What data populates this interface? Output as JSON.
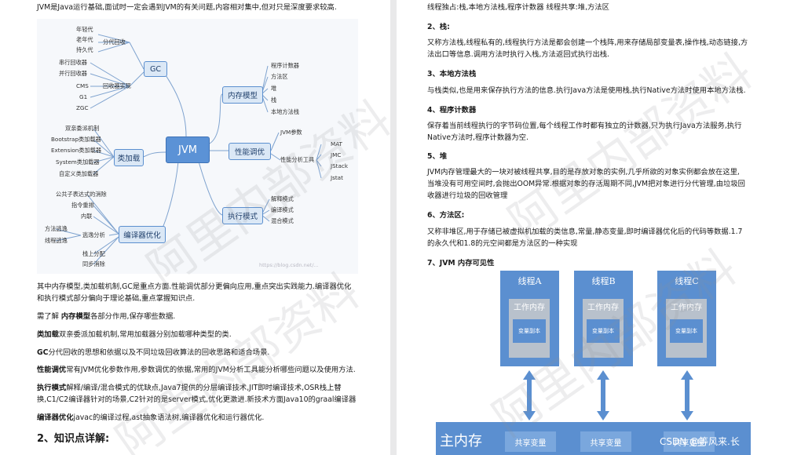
{
  "left": {
    "intro": "JVM是Java运行基础,面试时一定会遇到JVM的有关问题,内容相对集中,但对只是深度要求较高.",
    "mindmap": {
      "root": "JVM",
      "gc": {
        "label": "GC",
        "group1": "分代回收",
        "gens": [
          "年轻代",
          "老年代",
          "持久代"
        ],
        "group2": "回收器实现",
        "collectors": [
          "串行回收器",
          "并行回收器",
          "CMS",
          "G1",
          "ZGC"
        ]
      },
      "memory": {
        "label": "内存模型",
        "items": [
          "程序计数器",
          "方法区",
          "堆",
          "栈",
          "本地方法栈"
        ]
      },
      "classloading": {
        "label": "类加载",
        "items": [
          "双亲委派机制",
          "Bootstrap类加载器",
          "Extension类加载器",
          "System类加载器",
          "自定义类加载器"
        ]
      },
      "tuning": {
        "label": "性能调优",
        "item1": "JVM参数",
        "group": "性能分析工具",
        "tools": [
          "MAT",
          "JMC",
          "JStack",
          "Jstat"
        ]
      },
      "exec": {
        "label": "执行模式",
        "items": [
          "解释模式",
          "编译模式",
          "混合模式"
        ]
      },
      "compiler": {
        "label": "编译器优化",
        "items": [
          "公共子表达式的消除",
          "指令重排",
          "内联",
          "方法逃逸",
          "线程逃逸",
          "逃逸分析",
          "栈上分配",
          "同步消除"
        ]
      },
      "url": "https://blog.csdn.net/..."
    },
    "para1": "其中内存模型,类加载机制,GC是重点方面.性能调优部分更偏向应用,重点突出实践能力.编译器优化",
    "para1b": "和执行模式部分偏向于理论基础,重点掌握知识点.",
    "para2_pre": "需了解 ",
    "para2_bold": "内存模型",
    "para2_post": "各部分作用,保存哪些数据.",
    "para3_bold": "类加载",
    "para3_post": "双亲委派加载机制,常用加载器分别加载哪种类型的类.",
    "para4_bold": "GC",
    "para4_post": "分代回收的思想和依据以及不同垃圾回收算法的回收思路和适合场景.",
    "para5_bold": "性能调优",
    "para5_post": "常有JVM优化参数作用,参数调优的依据,常用的JVM分析工具能分析哪些问题以及使用方法.",
    "para6_bold": "执行模式",
    "para6_post": "解释/编译/混合模式的优缺点,Java7提供的分层编译技术,JIT即时编译技术,OSR栈上替",
    "para6b": "换,C1/C2编译器针对的场景,C2针对的是server模式,优化更激进.新技术方面Java10的graal编译器",
    "para7_bold": "编译器优化",
    "para7_post": "javac的编译过程,ast抽象语法树,编译器优化和运行器优化.",
    "section2": "2、知识点详解:"
  },
  "right": {
    "top_line": "线程独占:栈,本地方法栈,程序计数器 线程共享:堆,方法区",
    "h2": "2、栈:",
    "p2": "又称方法栈,线程私有的,线程执行方法是都会创建一个栈阵,用来存储局部变量表,操作栈,动态链接,方",
    "p2b": "法出口等信息.调用方法时执行入栈,方法返回式执行出栈.",
    "h3": "3、本地方法栈",
    "p3": "与栈类似,也是用来保存执行方法的信息.执行Java方法是使用栈,执行Native方法时使用本地方法栈.",
    "h4": "4、程序计数器",
    "p4": "保存着当前线程执行的字节码位置,每个线程工作时都有独立的计数器,只为执行Java方法服务,执行",
    "p4b": "Native方法时,程序计数器为空.",
    "h5": "5、堆",
    "p5": "JVM内存管理最大的一块对被线程共享,目的是存放对象的实例,几乎所欲的对象实例都会放在这里,",
    "p5b": "当堆没有可用空间时,会抛出OOM异常.根据对象的存活周期不同,JVM把对象进行分代管理,由垃圾回",
    "p5c": "收器进行垃圾的回收管理",
    "h6": "6、方法区:",
    "p6": "又称非堆区,用于存储已被虚拟机加载的类信息,常量,静态变量,即时编译器优化后的代码等数据.1.7",
    "p6b": "的永久代和1.8的元空间都是方法区的一种实现",
    "h7": "7、JVM 内存可见性",
    "threads": [
      {
        "title": "线程A",
        "work": "工作内存",
        "copy": "变量副本"
      },
      {
        "title": "线程B",
        "work": "工作内存",
        "copy": "变量副本"
      },
      {
        "title": "线程C",
        "work": "工作内存",
        "copy": "变量副本"
      }
    ],
    "main_memory": "主内存",
    "shared_vars": [
      "共享变量",
      "共享变量",
      "共享变量"
    ]
  },
  "watermark": "阿里内部资料",
  "csdn": "CSDN @等风来.长",
  "colors": {
    "diagram_blue": "#5b8fd0",
    "work_gray": "#b8c1cc",
    "mindmap_root": "#5b92d6"
  }
}
